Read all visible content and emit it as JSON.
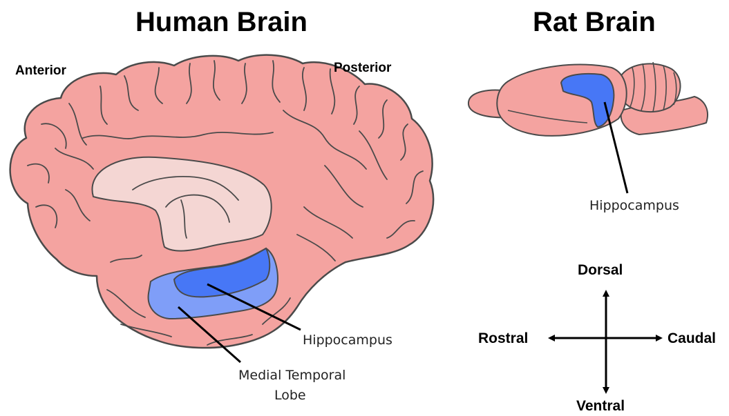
{
  "human": {
    "title": "Human Brain",
    "anterior": "Anterior",
    "posterior": "Posterior",
    "hippocampus": "Hippocampus",
    "mtl_line1": "Medial Temporal",
    "mtl_line2": "Lobe"
  },
  "rat": {
    "title": "Rat Brain",
    "hippocampus": "Hippocampus"
  },
  "compass": {
    "dorsal": "Dorsal",
    "ventral": "Ventral",
    "rostral": "Rostral",
    "caudal": "Caudal"
  },
  "colors": {
    "brain": "#f4a3a0",
    "corpus": "#f4d6d3",
    "mtl": "#7f9ef8",
    "hippocampus": "#4777f6",
    "outline": "#4a4a4a"
  }
}
